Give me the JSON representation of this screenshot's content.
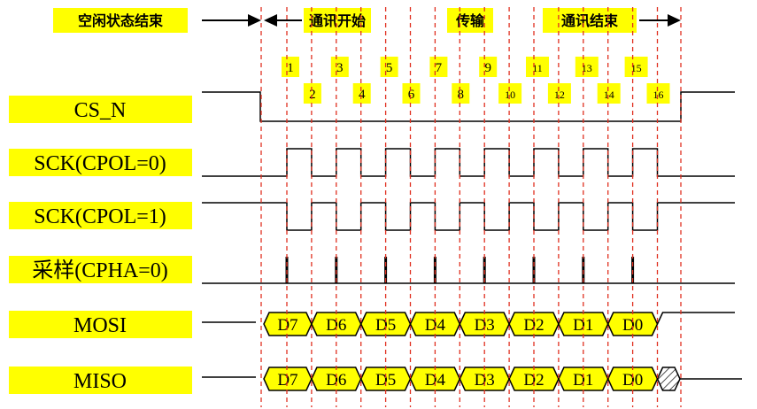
{
  "header": {
    "idle": "空闲状态结束",
    "start": "通讯开始",
    "transfer": "传输",
    "end": "通讯结束"
  },
  "signals": [
    "CS_N",
    "SCK(CPOL=0)",
    "SCK(CPOL=1)",
    "采样(CPHA=0)",
    "MOSI",
    "MISO"
  ],
  "edge_numbers": [
    "1",
    "2",
    "3",
    "4",
    "5",
    "6",
    "7",
    "8",
    "9",
    "10",
    "11",
    "12",
    "13",
    "14",
    "15",
    "16"
  ],
  "mosi_bits": [
    "D7",
    "D6",
    "D5",
    "D4",
    "D3",
    "D2",
    "D1",
    "D0"
  ],
  "miso_bits": [
    "D7",
    "D6",
    "D5",
    "D4",
    "D3",
    "D2",
    "D1",
    "D0"
  ],
  "colors": {
    "label_bg": "#ffff00",
    "guide": "#e03020",
    "line": "#000000"
  }
}
